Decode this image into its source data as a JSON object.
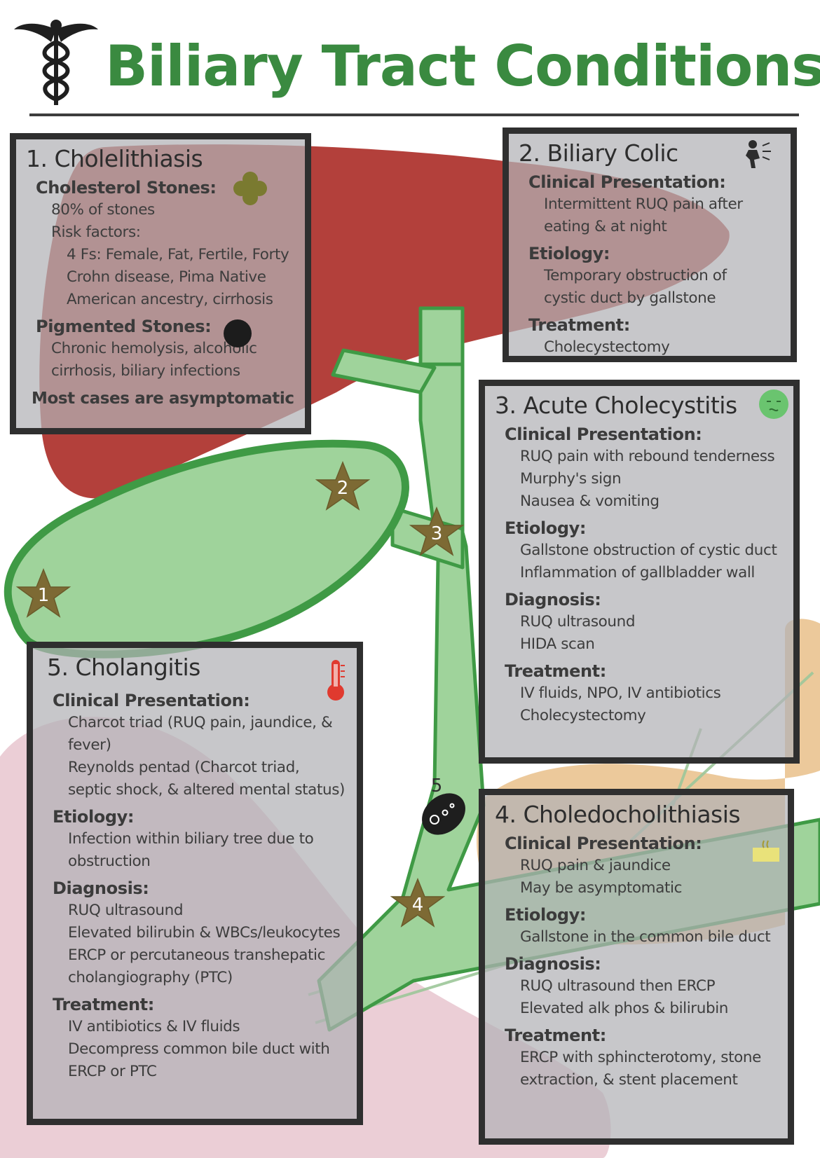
{
  "title": "Biliary Tract Conditions",
  "colors": {
    "title_green": "#3a8a40",
    "duct_fill": "#9fd39b",
    "duct_outline": "#3f9a45",
    "liver": "#b3403b",
    "star": "#7d6a34",
    "box_border": "#2f2f2f",
    "box_fill": "#b2b2b6"
  },
  "icons": {
    "header": "caduceus-icon",
    "cholesterol": "cholesterol-stone-icon",
    "pigmented": "pigmented-stone-icon",
    "colic": "pain-person-icon",
    "cholecystitis": "nauseated-face-icon",
    "cholangitis": "thermometer-icon",
    "choledocholithiasis": "jaundice-icon"
  },
  "diagram": {
    "markers": [
      "1",
      "2",
      "3",
      "4",
      "5"
    ]
  },
  "boxes": {
    "cholelithiasis": {
      "title": "1. Cholelithiasis",
      "cholesterol_label": "Cholesterol Stones:",
      "cholesterol_lines": [
        "80% of stones",
        "Risk factors:"
      ],
      "risk_lines": [
        "4 Fs: Female, Fat, Fertile, Forty",
        "Crohn disease, Pima Native",
        "American ancestry, cirrhosis"
      ],
      "pigmented_label": "Pigmented Stones:",
      "pigmented_lines": [
        "Chronic hemolysis, alcoholic",
        "cirrhosis, biliary infections"
      ],
      "summary": "Most cases are asymptomatic"
    },
    "biliary_colic": {
      "title": "2. Biliary Colic",
      "sections": [
        {
          "label": "Clinical Presentation:",
          "lines": [
            "Intermittent RUQ pain after",
            "eating & at night"
          ]
        },
        {
          "label": "Etiology:",
          "lines": [
            "Temporary obstruction of",
            "cystic duct by gallstone"
          ]
        },
        {
          "label": "Treatment:",
          "lines": [
            "Cholecystectomy"
          ]
        }
      ]
    },
    "acute_cholecystitis": {
      "title": "3. Acute Cholecystitis",
      "sections": [
        {
          "label": "Clinical Presentation:",
          "lines": [
            "RUQ pain with rebound tenderness",
            "Murphy's sign",
            "Nausea & vomiting"
          ]
        },
        {
          "label": "Etiology:",
          "lines": [
            "Gallstone obstruction of cystic duct",
            "Inflammation of gallbladder wall"
          ]
        },
        {
          "label": "Diagnosis:",
          "lines": [
            "RUQ ultrasound",
            "HIDA scan"
          ]
        },
        {
          "label": "Treatment:",
          "lines": [
            "IV fluids, NPO, IV antibiotics",
            "Cholecystectomy"
          ]
        }
      ]
    },
    "choledocholithiasis": {
      "title": "4. Choledocholithiasis",
      "sections": [
        {
          "label": "Clinical Presentation:",
          "lines": [
            "RUQ pain & jaundice",
            "May be asymptomatic"
          ]
        },
        {
          "label": "Etiology:",
          "lines": [
            "Gallstone in the common bile duct"
          ]
        },
        {
          "label": "Diagnosis:",
          "lines": [
            "RUQ ultrasound then ERCP",
            "Elevated alk phos & bilirubin"
          ]
        },
        {
          "label": "Treatment:",
          "lines": [
            "ERCP with sphincterotomy, stone",
            "extraction, & stent placement"
          ]
        }
      ]
    },
    "cholangitis": {
      "title": "5. Cholangitis",
      "sections": [
        {
          "label": "Clinical Presentation:",
          "lines": [
            "Charcot triad (RUQ pain, jaundice, &",
            "fever)",
            "Reynolds pentad (Charcot triad,",
            "septic shock, & altered mental status)"
          ]
        },
        {
          "label": "Etiology:",
          "lines": [
            "Infection within biliary tree due to",
            "obstruction"
          ]
        },
        {
          "label": "Diagnosis:",
          "lines": [
            "RUQ ultrasound",
            "Elevated bilirubin & WBCs/leukocytes",
            "ERCP or percutaneous transhepatic",
            "cholangiography (PTC)"
          ]
        },
        {
          "label": "Treatment:",
          "lines": [
            "IV antibiotics & IV fluids",
            "Decompress common bile duct with",
            "ERCP or PTC"
          ]
        }
      ]
    }
  }
}
